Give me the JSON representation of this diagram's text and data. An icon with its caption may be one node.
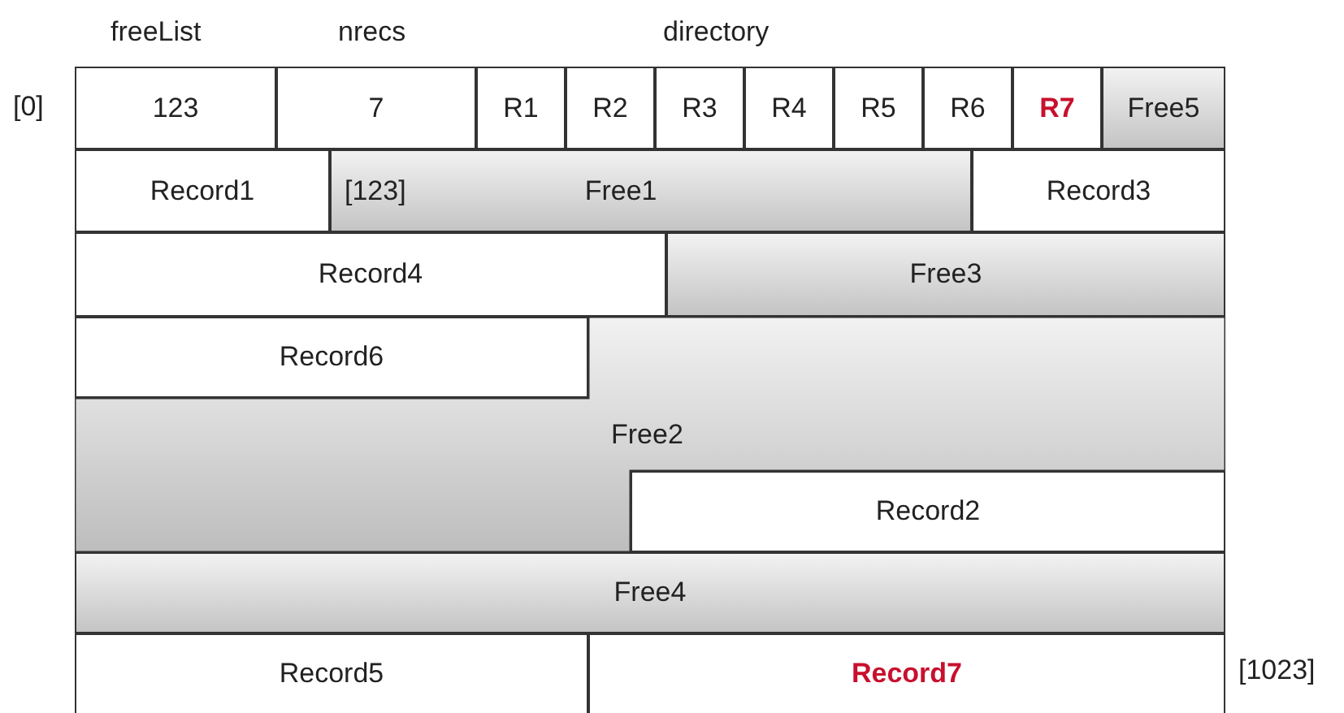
{
  "diagram": {
    "nodes": [
      {
        "text": [
          "123"
        ]
      },
      {
        "text": [
          "7"
        ]
      },
      {
        "text": [
          "R1"
        ]
      },
      {
        "text": [
          "R2"
        ]
      },
      {
        "text": [
          "R3"
        ]
      },
      {
        "text": [
          "R4"
        ]
      },
      {
        "text": [
          "R5"
        ]
      },
      {
        "text": [
          "R6"
        ]
      },
      {
        "text": [
          "R7"
        ]
      },
      {
        "text": [
          "Free5"
        ]
      },
      {
        "text": [
          "Record1"
        ]
      },
      {
        "text": [
          "[123]",
          "Free1"
        ]
      },
      {
        "text": [
          "Record3"
        ]
      },
      {
        "text": [
          "Record4"
        ]
      },
      {
        "text": [
          "Free3"
        ]
      },
      {
        "text": [
          "Record6"
        ]
      },
      {
        "text": [
          "Free2"
        ]
      },
      {
        "text": [
          "Record2"
        ]
      },
      {
        "text": [
          "Free4"
        ]
      },
      {
        "text": [
          "Record5"
        ]
      },
      {
        "text": [
          "Record7"
        ]
      }
    ],
    "labels": [
      "freeList",
      "nrecs",
      "directory",
      "[0]",
      "[1023]"
    ]
  }
}
